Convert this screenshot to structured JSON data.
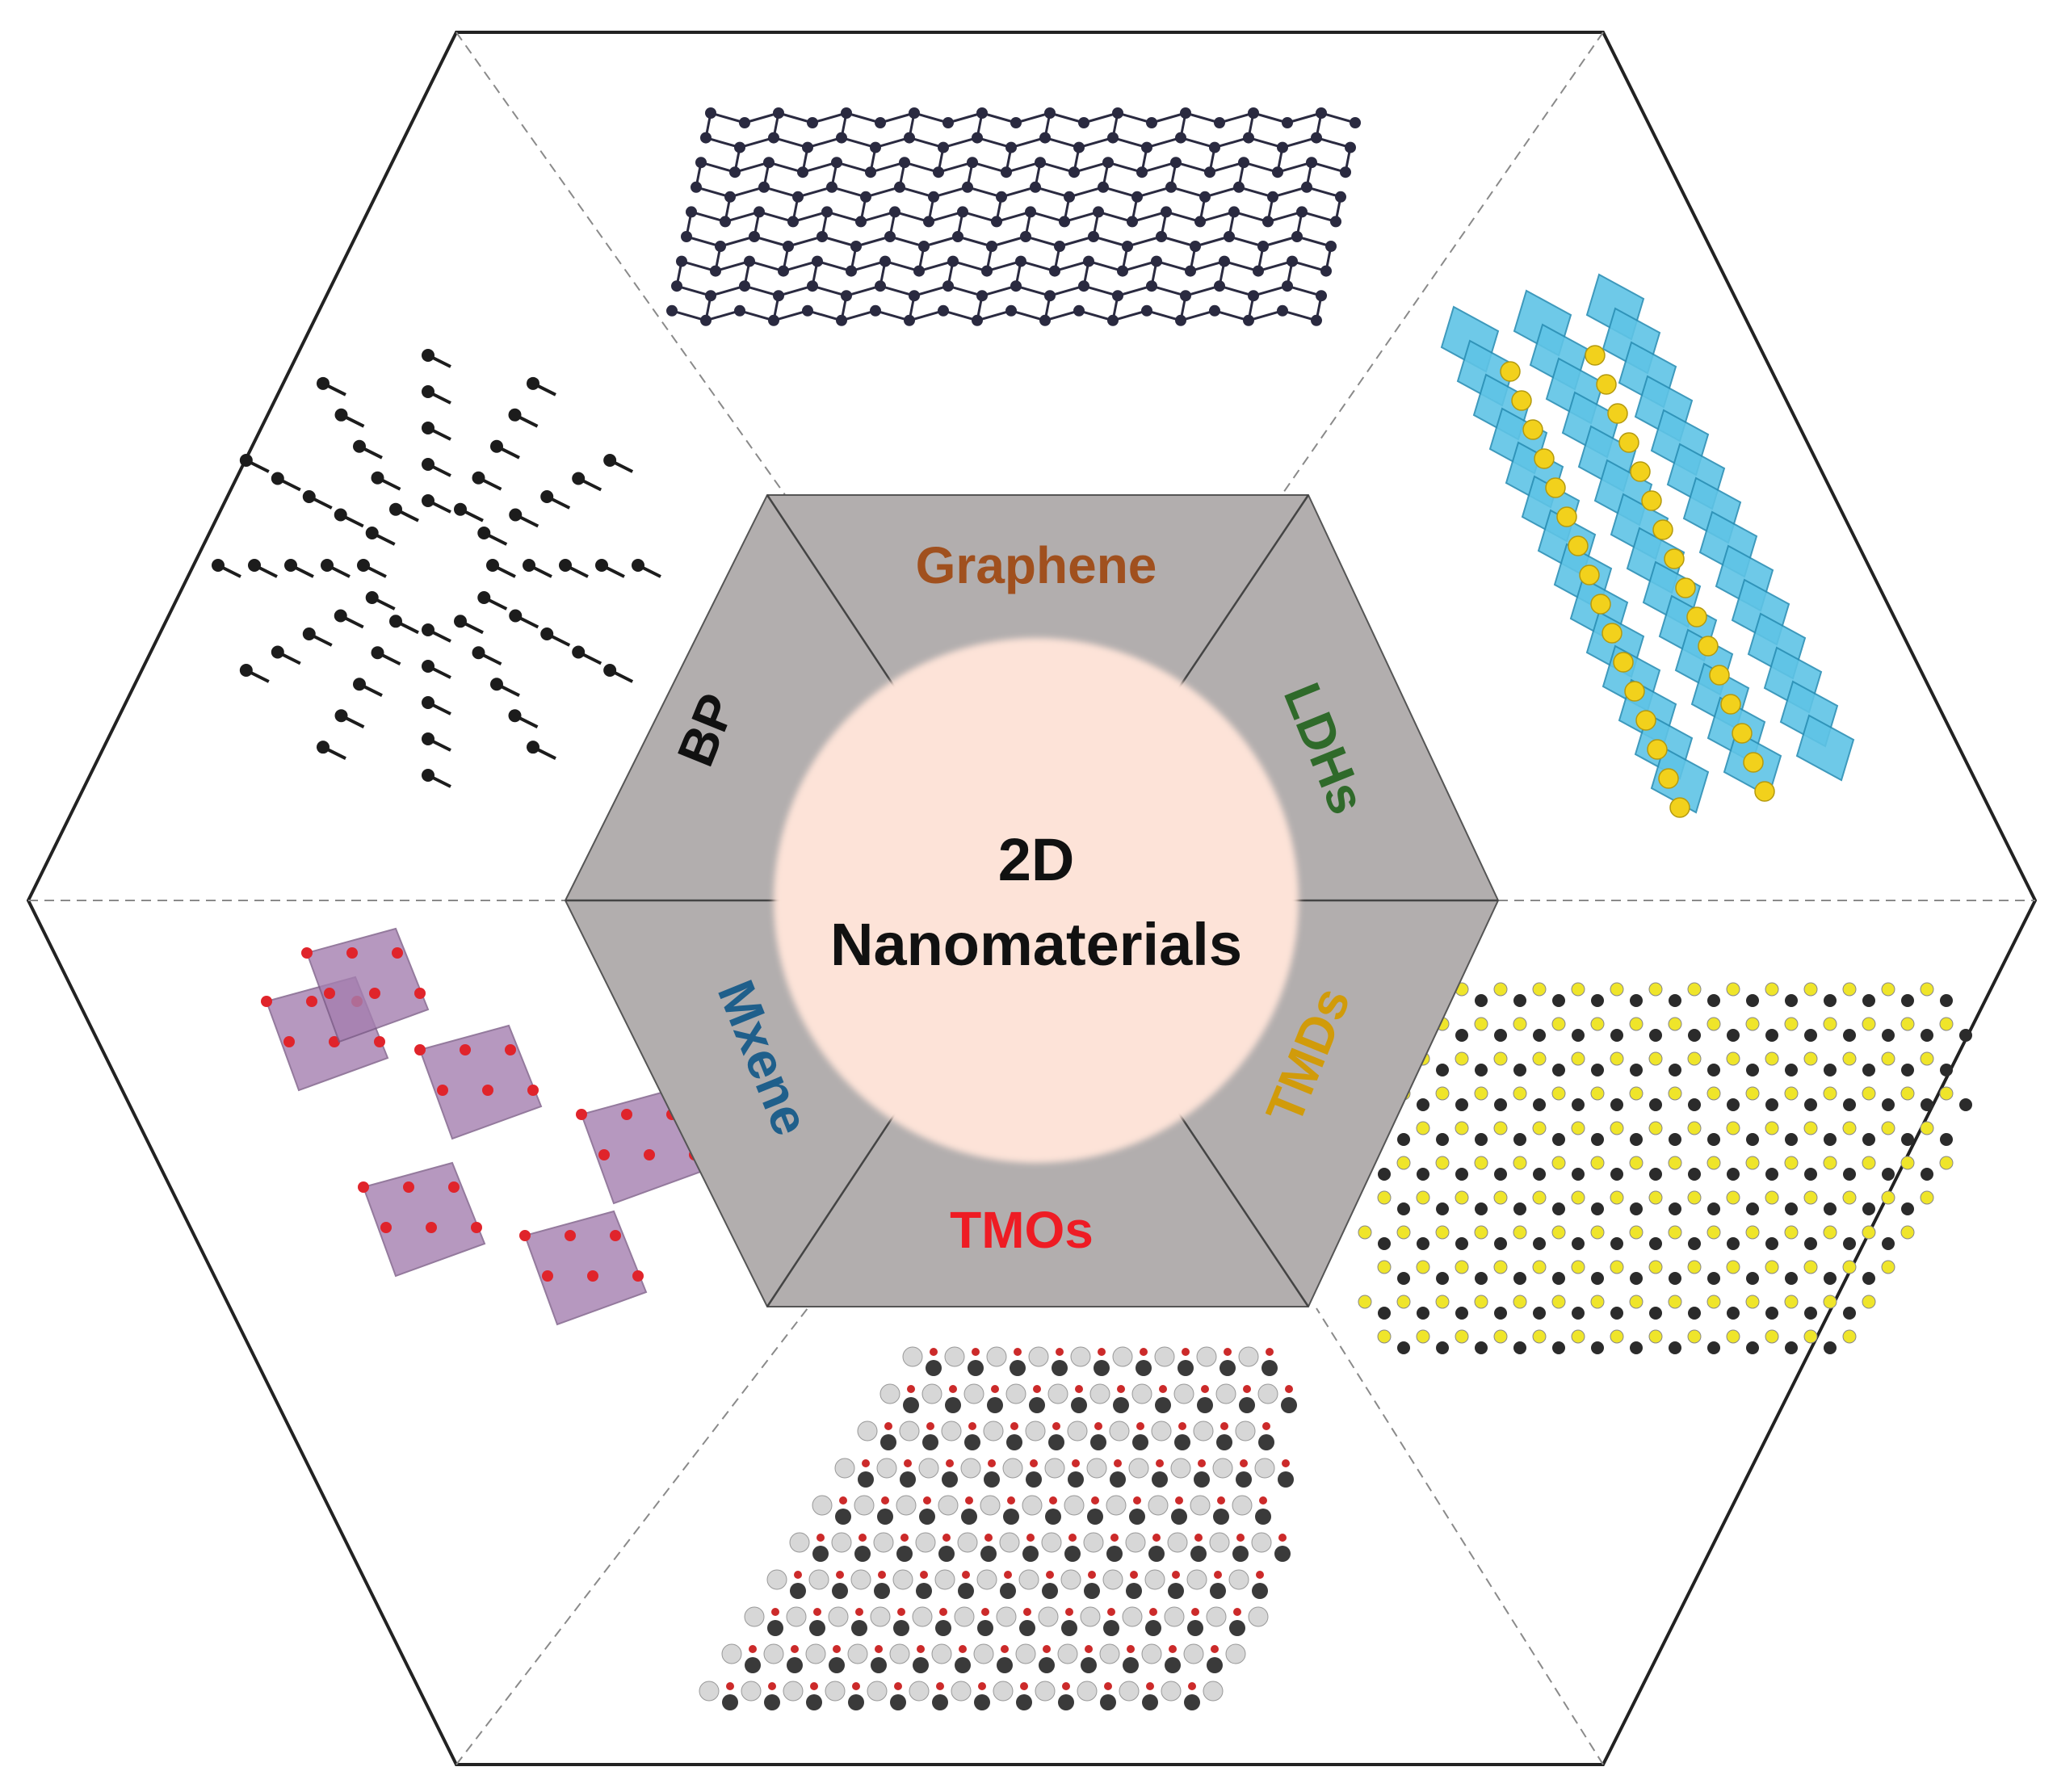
{
  "center": {
    "line1": "2D",
    "line2": "Nanomaterials",
    "fill": "#fde3d8"
  },
  "segments": [
    {
      "key": "graphene",
      "label": "Graphene",
      "color": "#a0501e"
    },
    {
      "key": "ldhs",
      "label": "LDHs",
      "color": "#2f6a2a"
    },
    {
      "key": "tmds",
      "label": "TMDs",
      "color": "#d19b0a"
    },
    {
      "key": "tmos",
      "label": "TMOs",
      "color": "#ee1c24"
    },
    {
      "key": "mxene",
      "label": "Mxene",
      "color": "#1f5f8b"
    },
    {
      "key": "bp",
      "label": "BP",
      "color": "#111111"
    }
  ],
  "colors": {
    "inner_hexagon": "#b2aeae",
    "outer_border": "#222222",
    "dashed_divider": "#8a8a8a",
    "graphene_atom": "#2a2a40",
    "ldh_octahedron": "#5fc4e6",
    "ldh_interlayer": "#f2d11c",
    "tmd_metal": "#2b2b2b",
    "tmd_chalcogen": "#efe52a",
    "tmo_metal": "#3a3a3a",
    "tmo_oxygen": "#cc2a2a",
    "tmo_light": "#d7d7d7",
    "mxene_polyhedron": "#a57fb0",
    "mxene_atom": "#e0242b",
    "bp_atom": "#1c1c1c"
  }
}
